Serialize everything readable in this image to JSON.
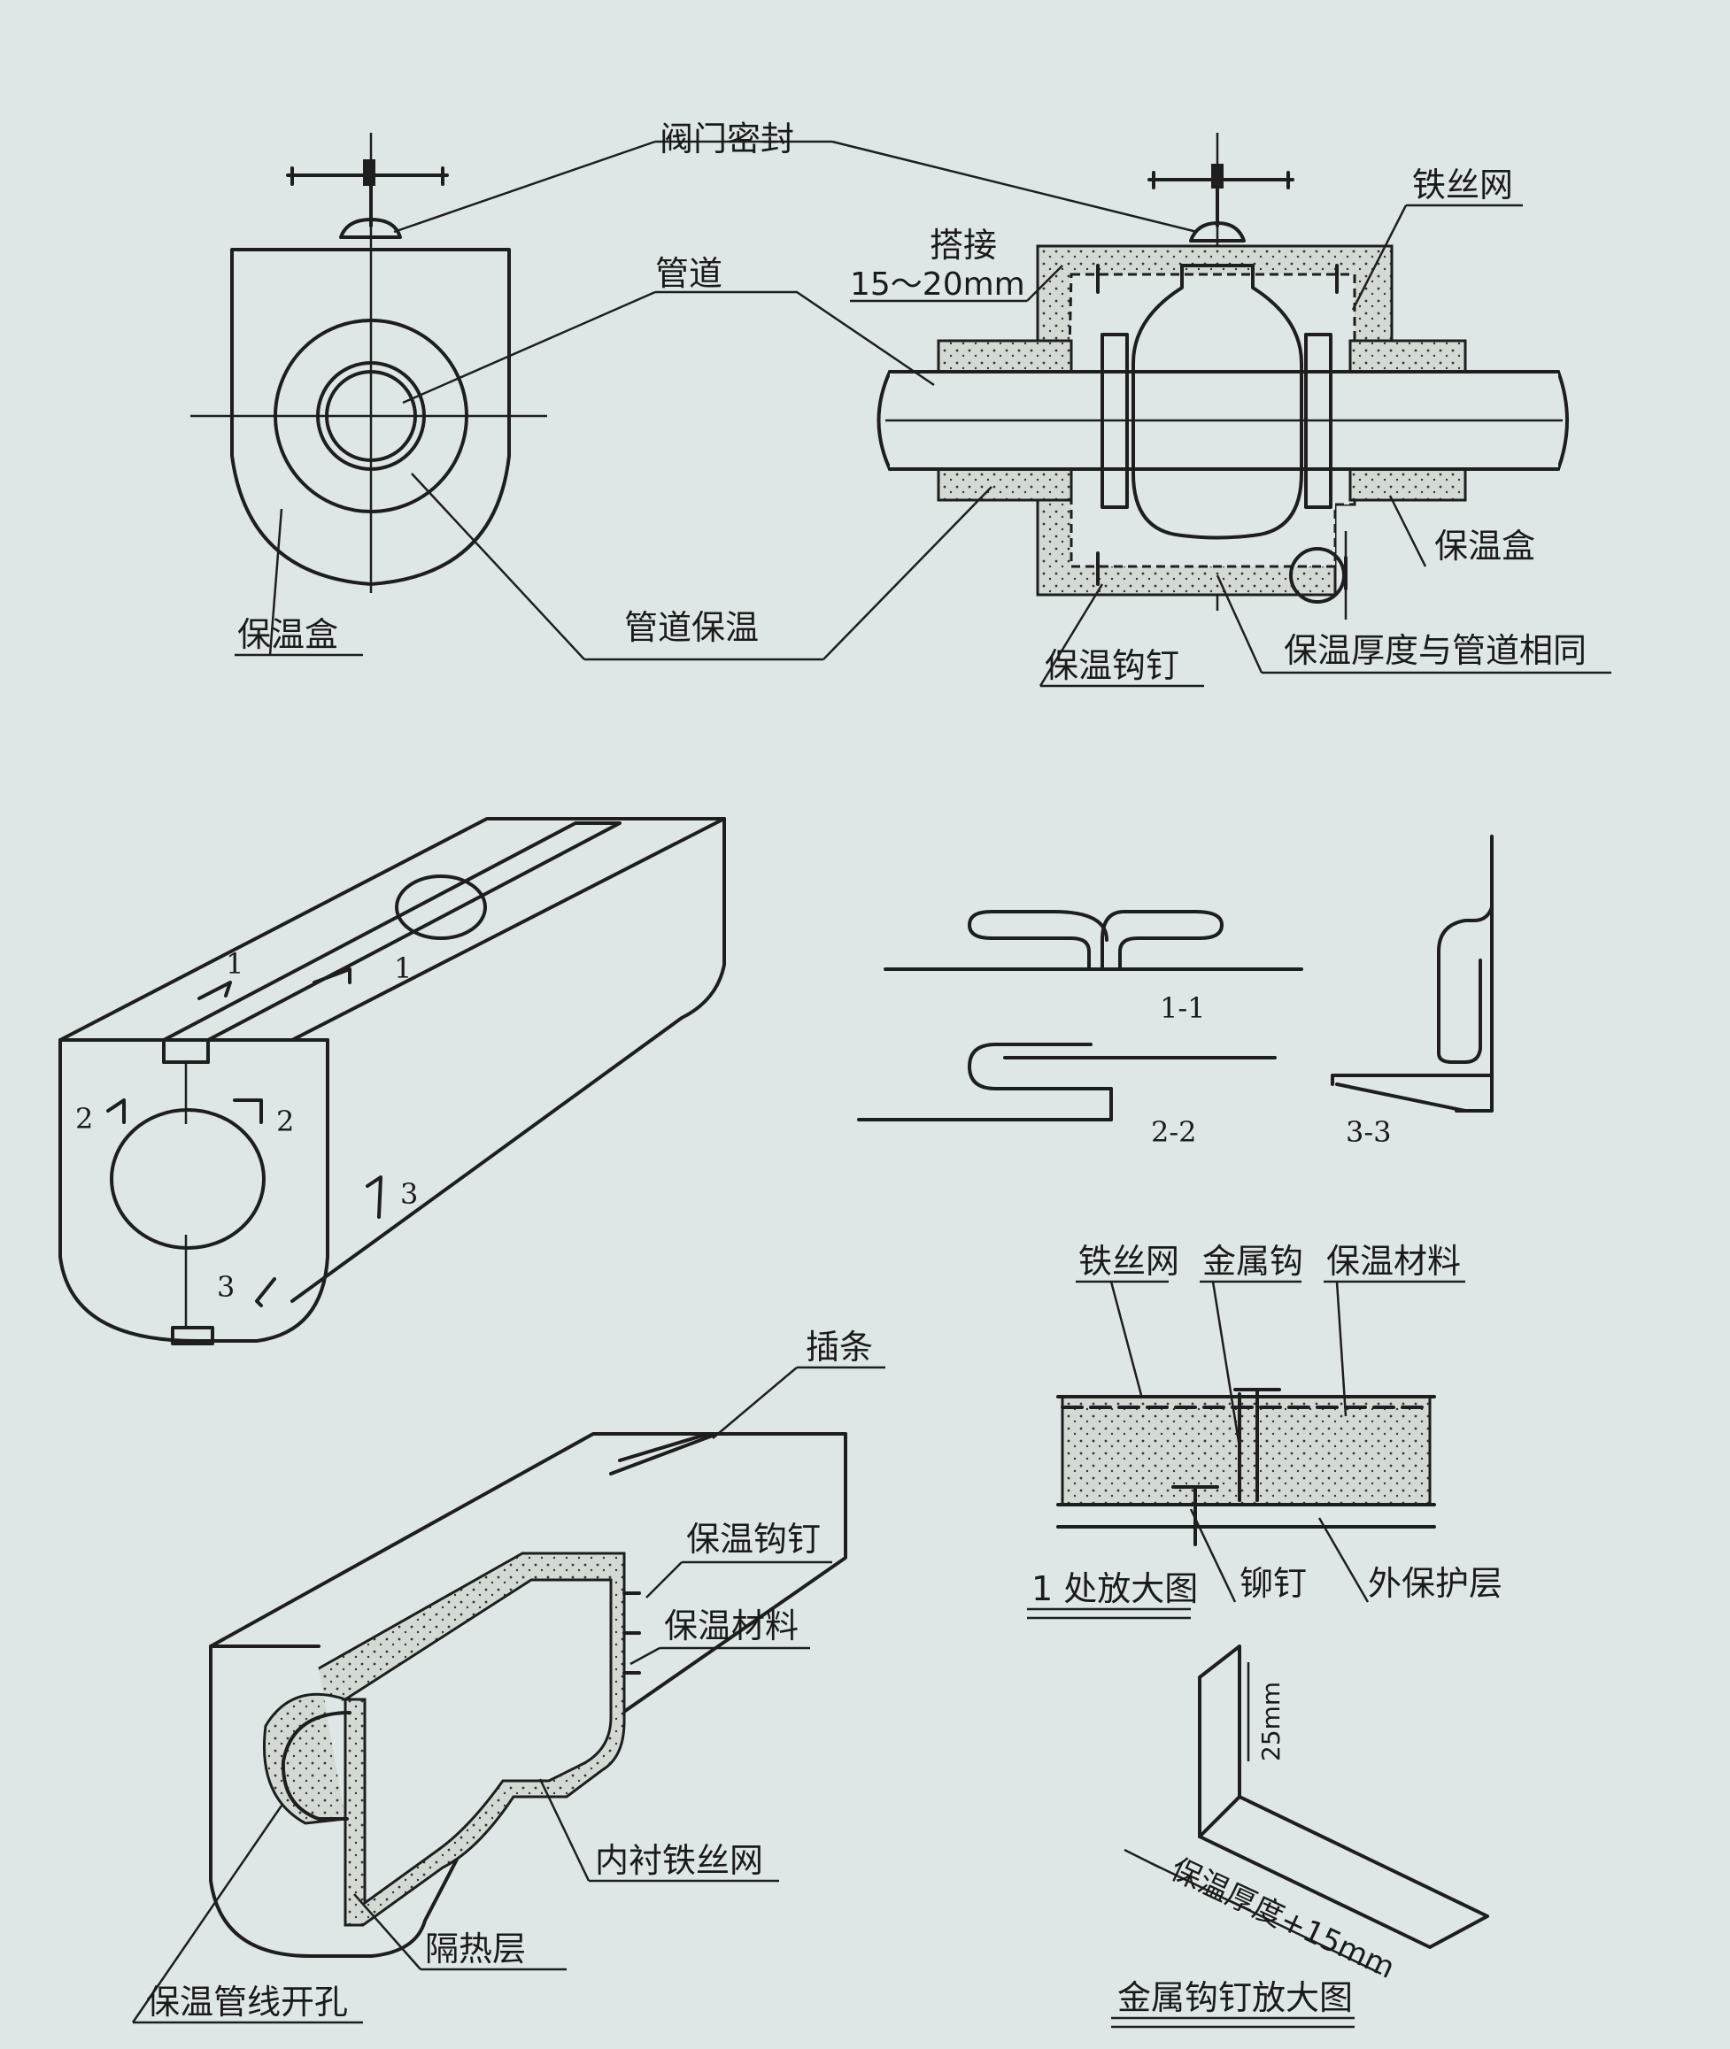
{
  "labels": {
    "valve_seal": "阀门密封",
    "pipe": "管道",
    "overlap": "搭接",
    "overlap_dim": "15～20mm",
    "wire_mesh_top": "铁丝网",
    "box_left": "保温盒",
    "pipe_insulation": "管道保温",
    "box_right": "保温盒",
    "hook_nail_top": "保温钩钉",
    "same_thickness": "保温厚度与管道相同",
    "sec_1": "1-1",
    "sec_2": "2-2",
    "sec_3": "3-3",
    "mark_1a": "1",
    "mark_1b": "1",
    "mark_2a": "2",
    "mark_2b": "2",
    "mark_3a": "3",
    "mark_3b": "3",
    "insert_strip": "插条",
    "hook_nail_mid": "保温钩钉",
    "insul_material_mid": "保温材料",
    "lining_mesh": "内衬铁丝网",
    "heat_layer": "隔热层",
    "pipe_opening": "保温管线开孔",
    "det_wire_mesh": "铁丝网",
    "det_metal_hook": "金属钩",
    "det_insul_material": "保温材料",
    "rivet": "铆钉",
    "outer_layer": "外保护层",
    "detail_1": "1 处放大图",
    "dim_25": "25mm",
    "dim_thick15": "保温厚度+15mm",
    "hook_detail": "金属钩钉放大图"
  }
}
